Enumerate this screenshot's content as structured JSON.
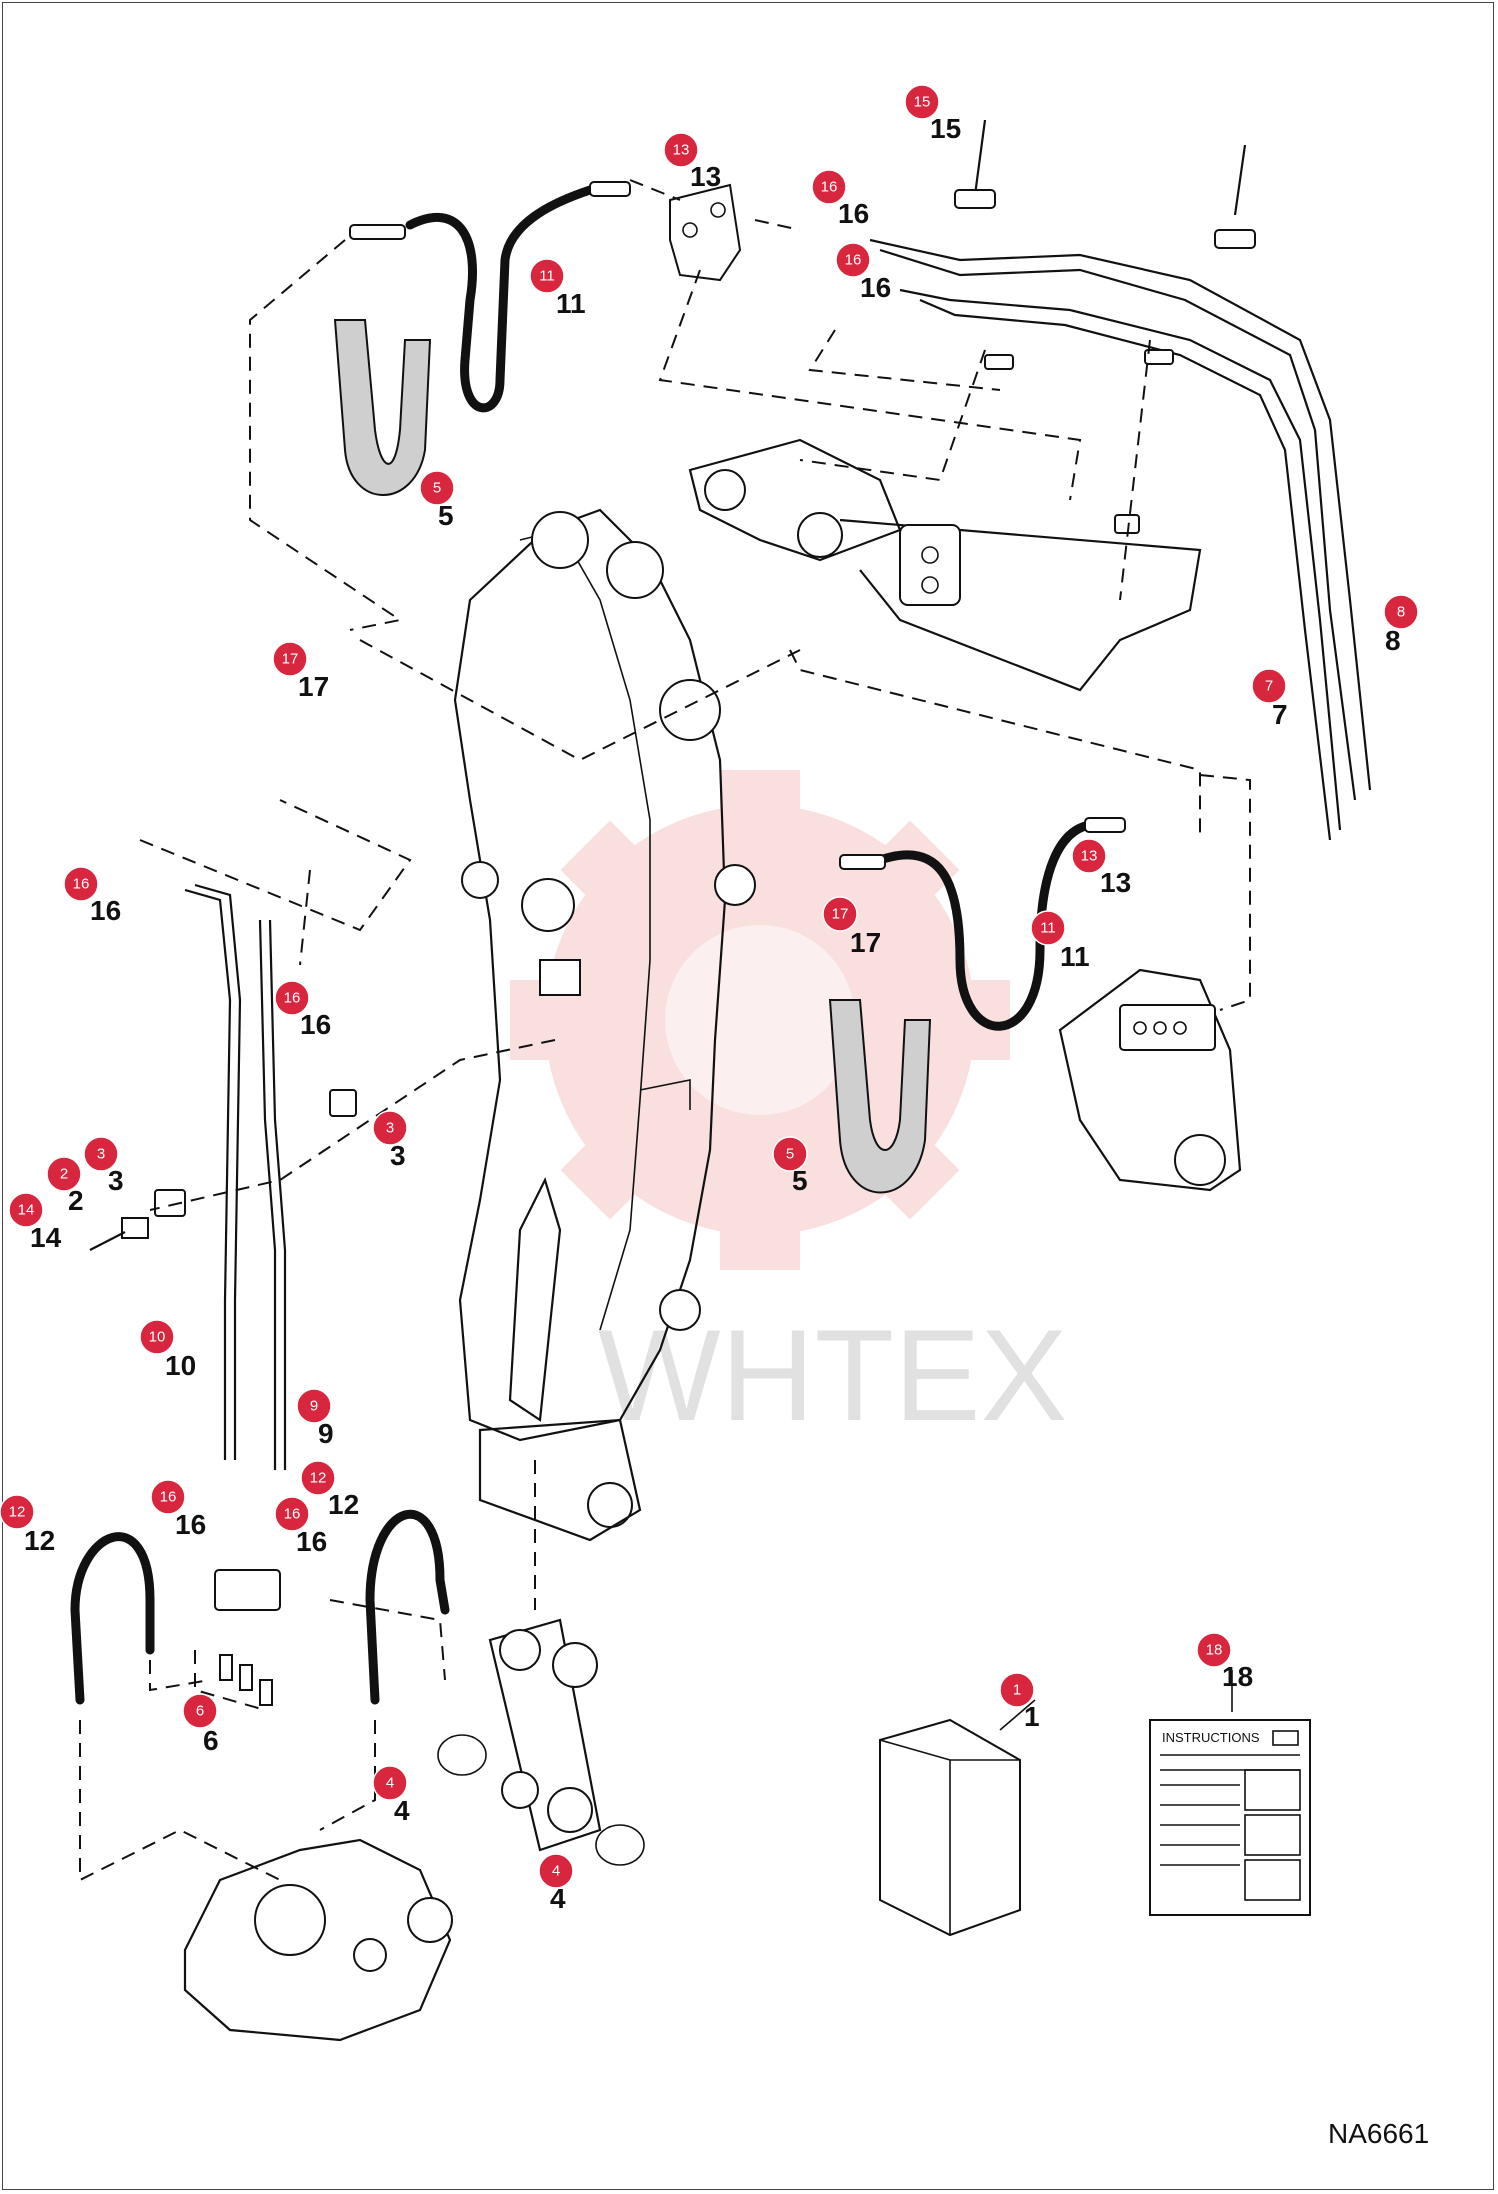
{
  "diagram": {
    "code": "NA6661",
    "watermark_text": "WHTEX",
    "instructions_label": "INSTRUCTIONS",
    "accent_color": "#d7263d"
  },
  "callouts": [
    {
      "id": "c15",
      "num": "15",
      "label": "15"
    },
    {
      "id": "c13a",
      "num": "13",
      "label": "13"
    },
    {
      "id": "c16a",
      "num": "16",
      "label": "16"
    },
    {
      "id": "c16b",
      "num": "16",
      "label": "16"
    },
    {
      "id": "c11a",
      "num": "11",
      "label": "11"
    },
    {
      "id": "c5a",
      "num": "5",
      "label": "5"
    },
    {
      "id": "c8",
      "num": "8",
      "label": "8"
    },
    {
      "id": "c7",
      "num": "7",
      "label": "7"
    },
    {
      "id": "c17a",
      "num": "17",
      "label": "17"
    },
    {
      "id": "c16c",
      "num": "16",
      "label": "16"
    },
    {
      "id": "c16d",
      "num": "16",
      "label": "16"
    },
    {
      "id": "c13b",
      "num": "13",
      "label": "13"
    },
    {
      "id": "c17b",
      "num": "17",
      "label": "17"
    },
    {
      "id": "c11b",
      "num": "11",
      "label": "11"
    },
    {
      "id": "c3a",
      "num": "3",
      "label": "3"
    },
    {
      "id": "c3b",
      "num": "3",
      "label": "3"
    },
    {
      "id": "c2",
      "num": "2",
      "label": "2"
    },
    {
      "id": "c14",
      "num": "14",
      "label": "14"
    },
    {
      "id": "c5b",
      "num": "5",
      "label": "5"
    },
    {
      "id": "c10",
      "num": "10",
      "label": "10"
    },
    {
      "id": "c9",
      "num": "9",
      "label": "9"
    },
    {
      "id": "c12a",
      "num": "12",
      "label": "12"
    },
    {
      "id": "c16e",
      "num": "16",
      "label": "16"
    },
    {
      "id": "c16f",
      "num": "16",
      "label": "16"
    },
    {
      "id": "c12b",
      "num": "12",
      "label": "12"
    },
    {
      "id": "c6",
      "num": "6",
      "label": "6"
    },
    {
      "id": "c4a",
      "num": "4",
      "label": "4"
    },
    {
      "id": "c4b",
      "num": "4",
      "label": "4"
    },
    {
      "id": "c1",
      "num": "1",
      "label": "1"
    },
    {
      "id": "c18",
      "num": "18",
      "label": "18"
    }
  ]
}
